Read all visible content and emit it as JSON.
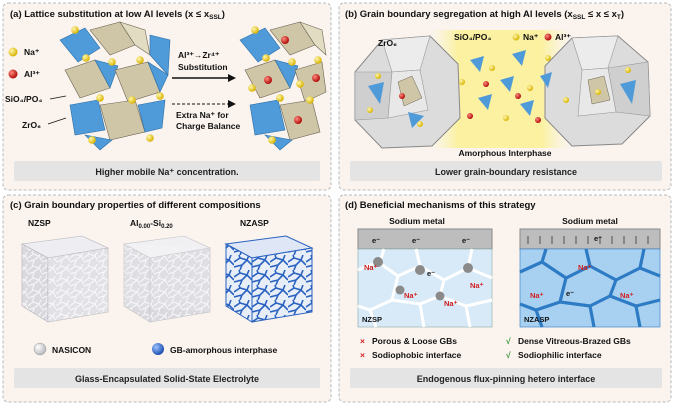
{
  "panel_a": {
    "title": "(a) Lattice substitution at low Al levels (x ≤ x",
    "title_sub": "SSL",
    "title_end": ")",
    "legend_na": "Na⁺",
    "legend_al": "Al³⁺",
    "legend_sio4": "SiO₄/PO₄",
    "legend_zro6": "ZrO₆",
    "arrow_top_line1": "Al³⁺→Zr⁴⁺",
    "arrow_top_line2": "Substitution",
    "arrow_bottom_line1": "Extra Na⁺ for",
    "arrow_bottom_line2": "Charge Balance",
    "caption": "Higher mobile Na⁺ concentration."
  },
  "panel_b": {
    "title": "(b) Grain boundary segregation at high Al levels (x",
    "title_sub1": "SSL",
    "title_mid": " ≤ x ≤ x",
    "title_sub2": "T",
    "title_end": ")",
    "label_zro6": "ZrO₆",
    "label_sio4": "SiO₄/PO₄",
    "label_na": "Na⁺",
    "label_al": "Al³⁺",
    "label_interphase": "Amorphous Interphase",
    "caption": "Lower grain-boundary resistance"
  },
  "panel_c": {
    "title": "(c) Grain boundary properties of different compositions",
    "sample1": "NZSP",
    "sample2_a": "Al",
    "sample2_a_sub": "0.00",
    "sample2_b": "-Si",
    "sample2_b_sub": "0.20",
    "sample3": "NZASP",
    "legend_nasicon": "NASICON",
    "legend_gb": "GB-amorphous interphase",
    "caption": "Glass-Encapsulated Solid-State Electrolyte"
  },
  "panel_d": {
    "title": "(d) Beneficial mechanisms of this strategy",
    "metal_left": "Sodium metal",
    "metal_right": "Sodium metal",
    "electron": "e⁻",
    "na_ion": "Na⁺",
    "label_left": "NZSP",
    "label_right": "NZASP",
    "bullet_left1": "Porous & Loose GBs",
    "bullet_left2": "Sodiophobic interface",
    "bullet_right1": "Dense Vitreous-Brazed GBs",
    "bullet_right2": "Sodiophilic interface",
    "mark_cross": "×",
    "mark_check": "√",
    "caption": "Endogenous flux-pinning hetero interface"
  },
  "colors": {
    "panel_bg": "#faf3ee",
    "caption_bar": "#e4e4e4",
    "polyhedron_tan": "#cfc6a8",
    "tetra_blue": "#4f9ad8",
    "na_yellow": "#f2d21b",
    "al_red": "#d0201a",
    "interphase_yellow": "#fbf3a4",
    "nzasp_blue": "#2f6fc0",
    "electrolyte_light": "#d8eaf8",
    "electrolyte_blue": "#2d7bc4",
    "check_green": "#3a9a3a",
    "cross_red": "#d02020"
  }
}
